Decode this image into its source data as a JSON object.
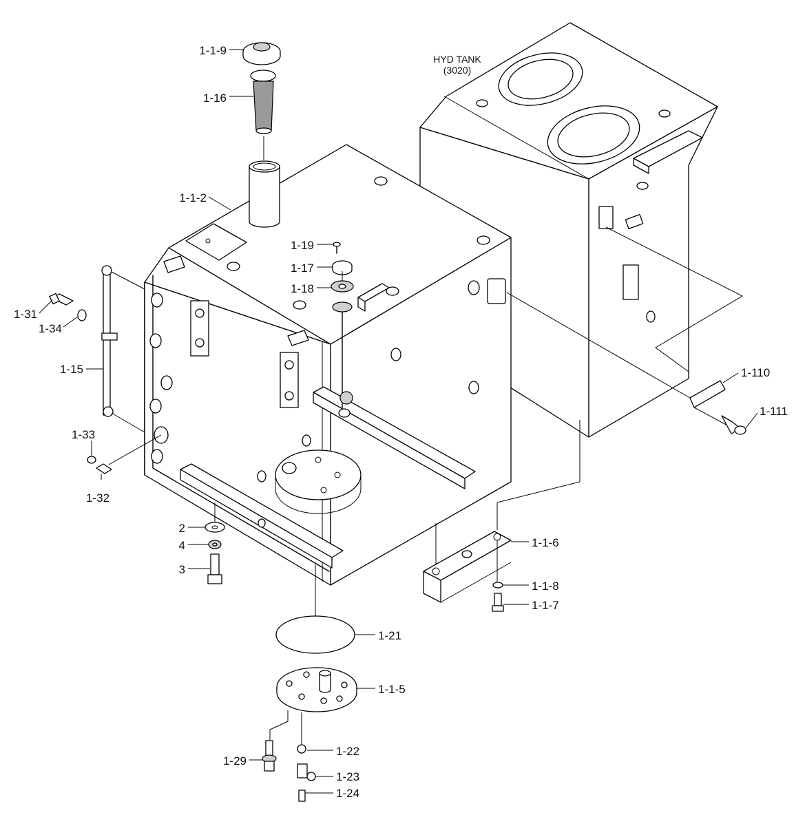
{
  "annotation": {
    "line1": "HYD TANK",
    "line2": "(3020)"
  },
  "labels": {
    "l_1_1_9": "1-1-9",
    "l_1_16": "1-16",
    "l_1_1_2": "1-1-2",
    "l_1_19": "1-19",
    "l_1_17": "1-17",
    "l_1_18": "1-18",
    "l_1_31": "1-31",
    "l_1_34": "1-34",
    "l_1_15": "1-15",
    "l_1_33": "1-33",
    "l_1_32": "1-32",
    "l_2": "2",
    "l_4": "4",
    "l_3": "3",
    "l_1_21": "1-21",
    "l_1_1_5": "1-1-5",
    "l_1_29": "1-29",
    "l_1_22": "1-22",
    "l_1_23": "1-23",
    "l_1_24": "1-24",
    "l_1_1_6": "1-1-6",
    "l_1_1_8": "1-1-8",
    "l_1_1_7": "1-1-7",
    "l_1_110": "1-110",
    "l_1_111": "1-111"
  }
}
